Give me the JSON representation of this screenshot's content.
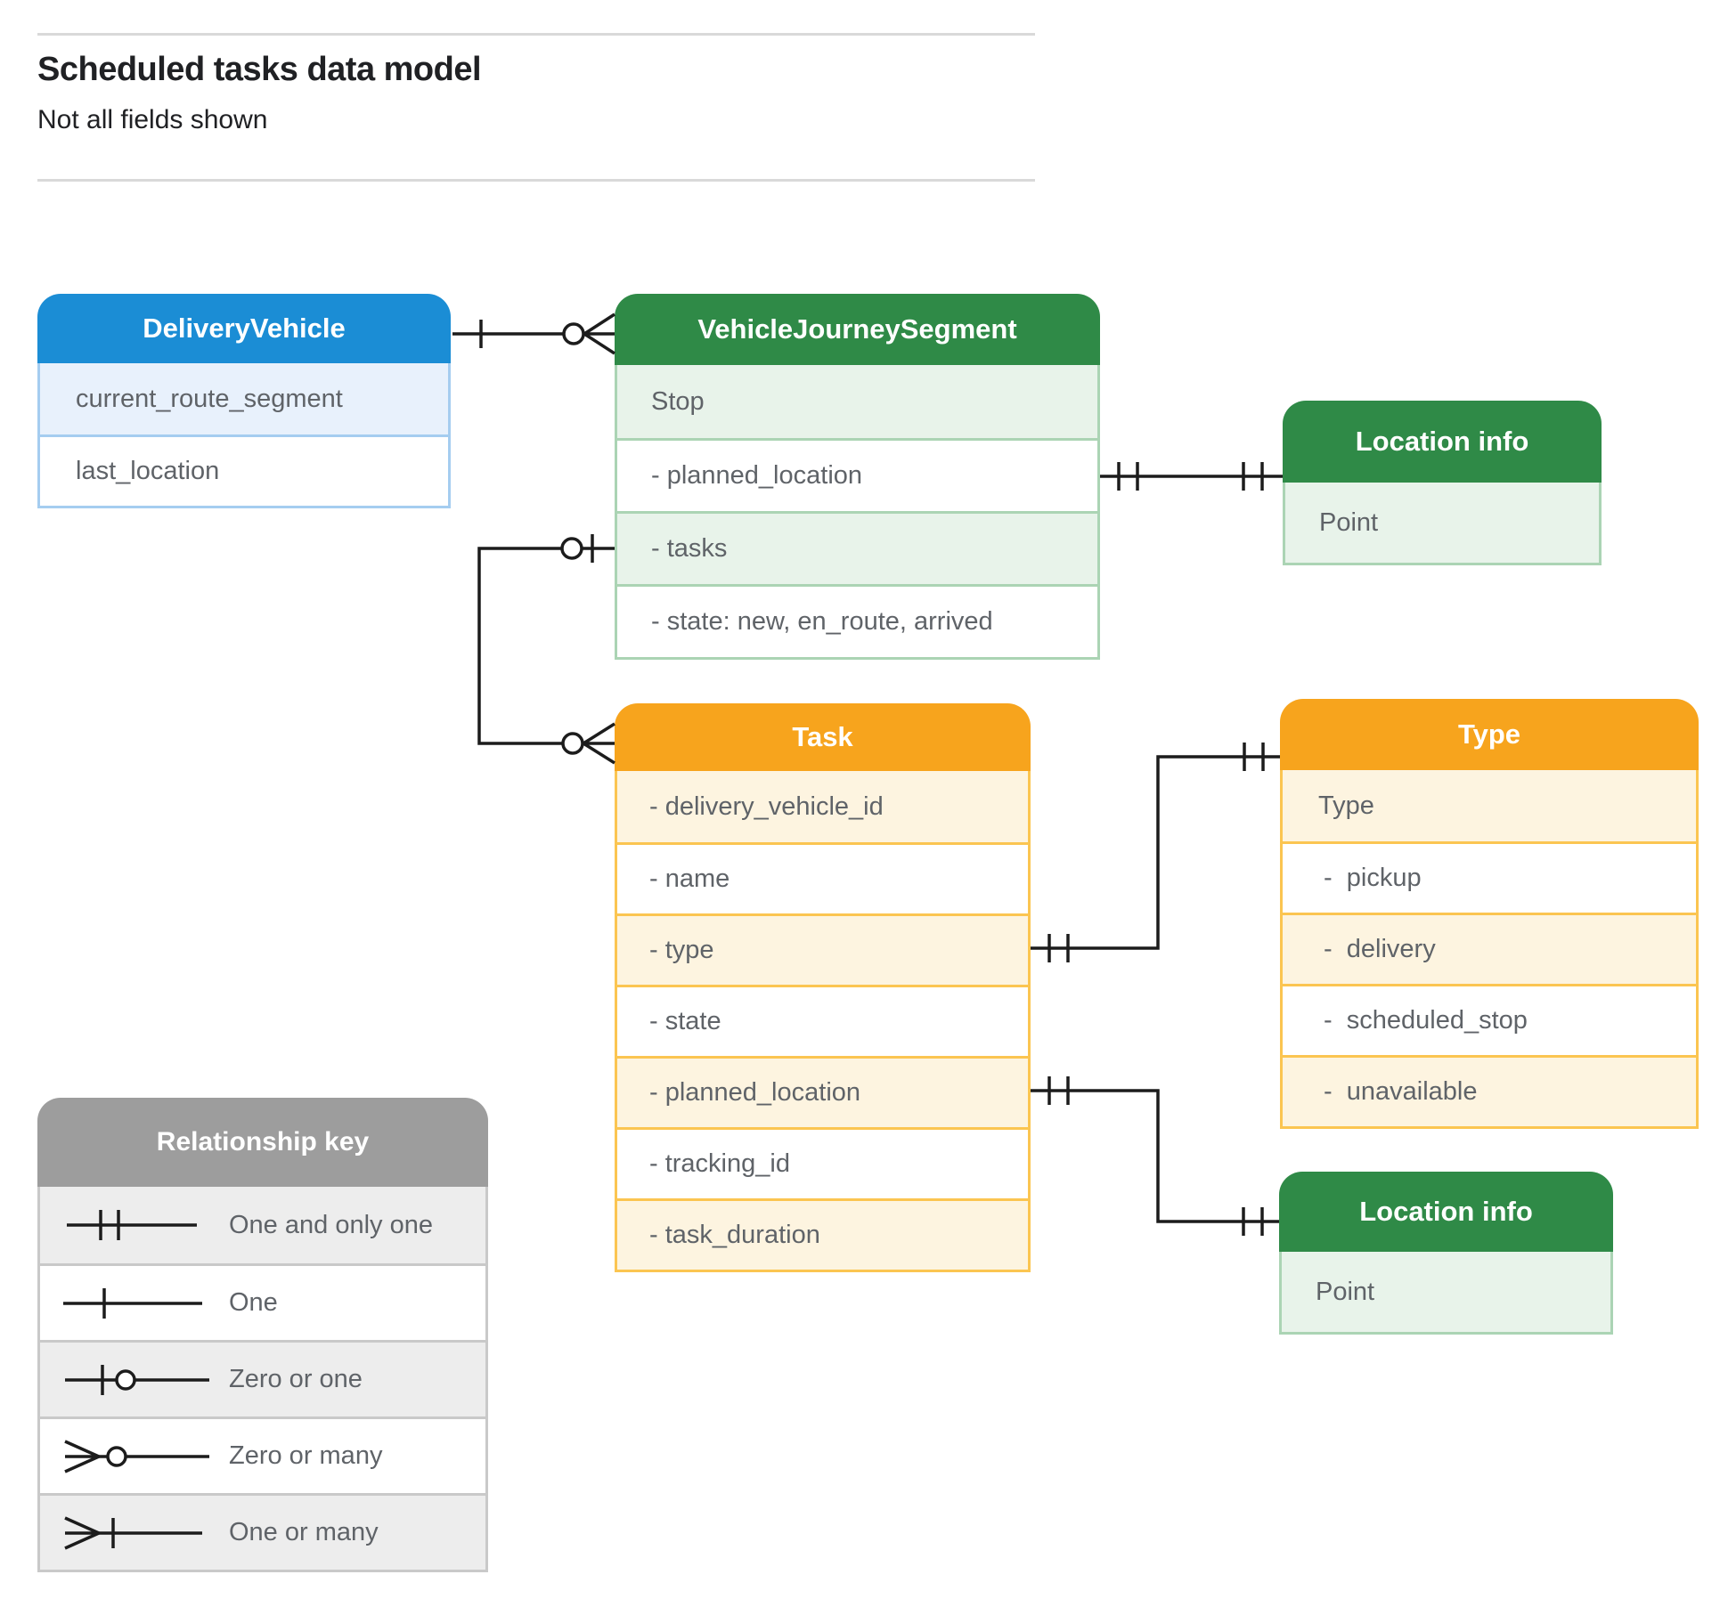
{
  "page": {
    "title": "Scheduled tasks data model",
    "subtitle": "Not all fields shown"
  },
  "colors": {
    "blue_header": "#1b8dd5",
    "blue_tint": "#e8f1fc",
    "blue_border": "#a5cdf0",
    "green_header": "#2f8a47",
    "green_tint": "#e8f3ea",
    "green_border": "#abd4b4",
    "orange_header": "#f7a41d",
    "orange_tint": "#fdf4e0",
    "orange_border": "#fbc551",
    "gray_header": "#9d9d9d",
    "gray_tint": "#ededed",
    "gray_border": "#c9c9c9",
    "line": "#1c1c1c",
    "text_field": "#5f6368",
    "text_primary": "#202124",
    "rule": "#d9d9d9"
  },
  "entities": {
    "delivery_vehicle": {
      "title": "DeliveryVehicle",
      "fields": [
        "current_route_segment",
        "last_location"
      ]
    },
    "vehicle_journey_segment": {
      "title": "VehicleJourneySegment",
      "fields": [
        "Stop",
        "- planned_location",
        "- tasks",
        "- state: new, en_route, arrived"
      ]
    },
    "location_info_top": {
      "title": "Location info",
      "fields": [
        "Point"
      ]
    },
    "task": {
      "title": "Task",
      "fields": [
        "- delivery_vehicle_id",
        "- name",
        "- type",
        "- state",
        "- planned_location",
        "- tracking_id",
        "- task_duration"
      ]
    },
    "type": {
      "title": "Type",
      "fields": [
        "Type",
        "-  pickup",
        "-  delivery",
        "-  scheduled_stop",
        "-  unavailable"
      ]
    },
    "location_info_bottom": {
      "title": "Location info",
      "fields": [
        "Point"
      ]
    }
  },
  "connections": [
    {
      "from": "DeliveryVehicle",
      "from_cardinality": "one",
      "to": "VehicleJourneySegment",
      "to_cardinality": "zero-or-many"
    },
    {
      "from": "VehicleJourneySegment.planned_location",
      "from_cardinality": "one-and-only-one",
      "to": "Location info (top)",
      "to_cardinality": "one-and-only-one"
    },
    {
      "from": "VehicleJourneySegment.tasks",
      "from_cardinality": "zero-or-one",
      "to": "Task",
      "to_cardinality": "zero-or-many"
    },
    {
      "from": "Task.type",
      "from_cardinality": "one-and-only-one",
      "to": "Type",
      "to_cardinality": "one-and-only-one"
    },
    {
      "from": "Task.planned_location",
      "from_cardinality": "one-and-only-one",
      "to": "Location info (bottom)",
      "to_cardinality": "one-and-only-one"
    }
  ],
  "legend": {
    "title": "Relationship key",
    "items": [
      {
        "symbol": "one-and-only-one",
        "label": "One and only one"
      },
      {
        "symbol": "one",
        "label": "One"
      },
      {
        "symbol": "zero-or-one",
        "label": "Zero or one"
      },
      {
        "symbol": "zero-or-many",
        "label": "Zero or many"
      },
      {
        "symbol": "one-or-many",
        "label": "One or many"
      }
    ]
  }
}
